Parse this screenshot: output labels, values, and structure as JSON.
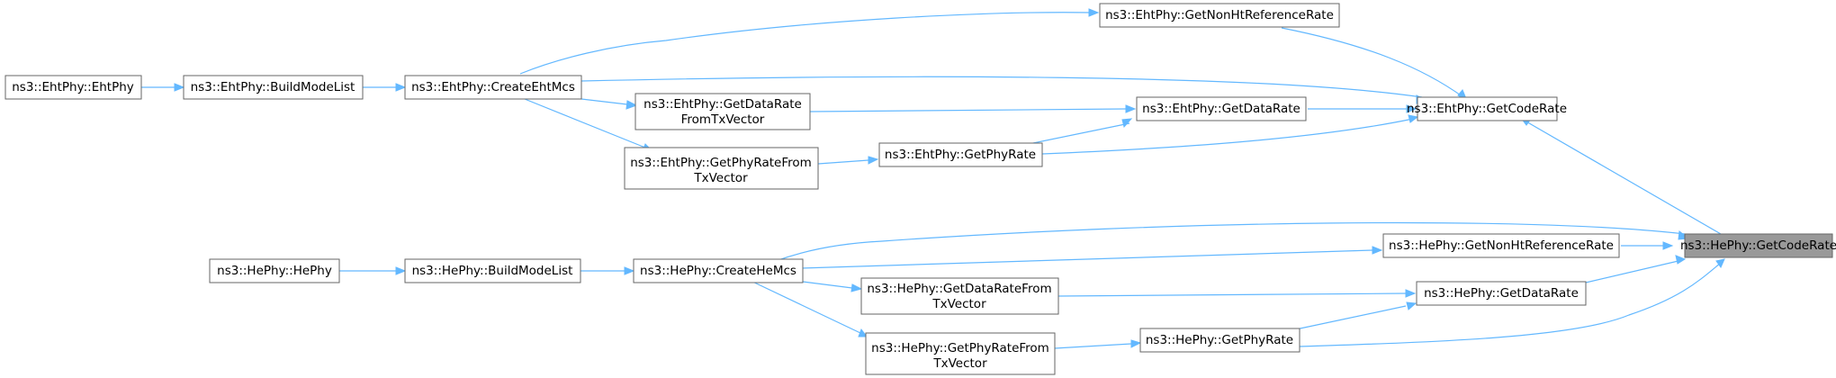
{
  "colors": {
    "edge": "#63b8ff",
    "node_border": "#666666",
    "root_fill": "#999999",
    "node_fill": "#ffffff"
  },
  "nodes": {
    "root_getcoderate": "ns3::HePhy::GetCodeRate",
    "eht_getcoderate": "ns3::EhtPhy::GetCodeRate",
    "eht_getnonhtreferencerate": "ns3::EhtPhy::GetNonHtReferenceRate",
    "eht_getdatarate": "ns3::EhtPhy::GetDataRate",
    "eht_getphyrate": "ns3::EhtPhy::GetPhyRate",
    "eht_getdataratefromtxvector_l1": "ns3::EhtPhy::GetDataRate",
    "eht_getdataratefromtxvector_l2": "FromTxVector",
    "eht_getphyratefromtxvector_l1": "ns3::EhtPhy::GetPhyRateFrom",
    "eht_getphyratefromtxvector_l2": "TxVector",
    "eht_createehtmcs": "ns3::EhtPhy::CreateEhtMcs",
    "eht_buildmodelist": "ns3::EhtPhy::BuildModeList",
    "eht_ehtphy": "ns3::EhtPhy::EhtPhy",
    "he_getnonhtreferencerate": "ns3::HePhy::GetNonHtReferenceRate",
    "he_getdatarate": "ns3::HePhy::GetDataRate",
    "he_getphyrate": "ns3::HePhy::GetPhyRate",
    "he_getdataratefromtxvector_l1": "ns3::HePhy::GetDataRateFrom",
    "he_getdataratefromtxvector_l2": "TxVector",
    "he_getphyratefromtxvector_l1": "ns3::HePhy::GetPhyRateFrom",
    "he_getphyratefromtxvector_l2": "TxVector",
    "he_createhemcs": "ns3::HePhy::CreateHeMcs",
    "he_buildmodelist": "ns3::HePhy::BuildModeList",
    "he_hephy": "ns3::HePhy::HePhy"
  }
}
